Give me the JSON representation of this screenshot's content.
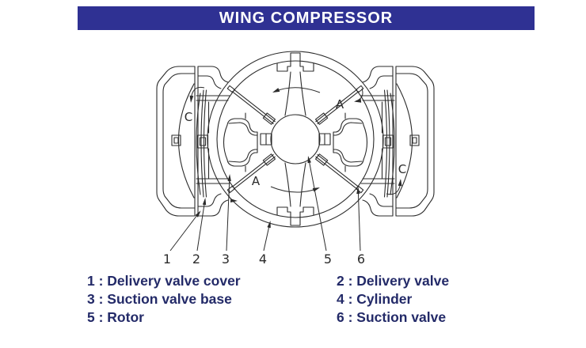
{
  "title": {
    "text": "WING COMPRESSOR"
  },
  "colors": {
    "title_bar_bg": "#2f3193",
    "title_bar_fg": "#ffffff",
    "legend_text": "#232a68",
    "drawing_lines": "#2b2b2b",
    "background": "#ffffff"
  },
  "diagram": {
    "part_numbers": [
      "1",
      "2",
      "3",
      "4",
      "5",
      "6"
    ],
    "zone_labels": {
      "c_upper_left": "C",
      "a_upper_right": "A",
      "a_lower_left": "A",
      "c_lower_right": "C"
    }
  },
  "legend": {
    "separator": " : ",
    "items": [
      {
        "num": "1",
        "label": "Delivery valve cover"
      },
      {
        "num": "2",
        "label": "Delivery valve"
      },
      {
        "num": "3",
        "label": "Suction valve base"
      },
      {
        "num": "4",
        "label": "Cylinder"
      },
      {
        "num": "5",
        "label": "Rotor"
      },
      {
        "num": "6",
        "label": "Suction valve"
      }
    ]
  }
}
